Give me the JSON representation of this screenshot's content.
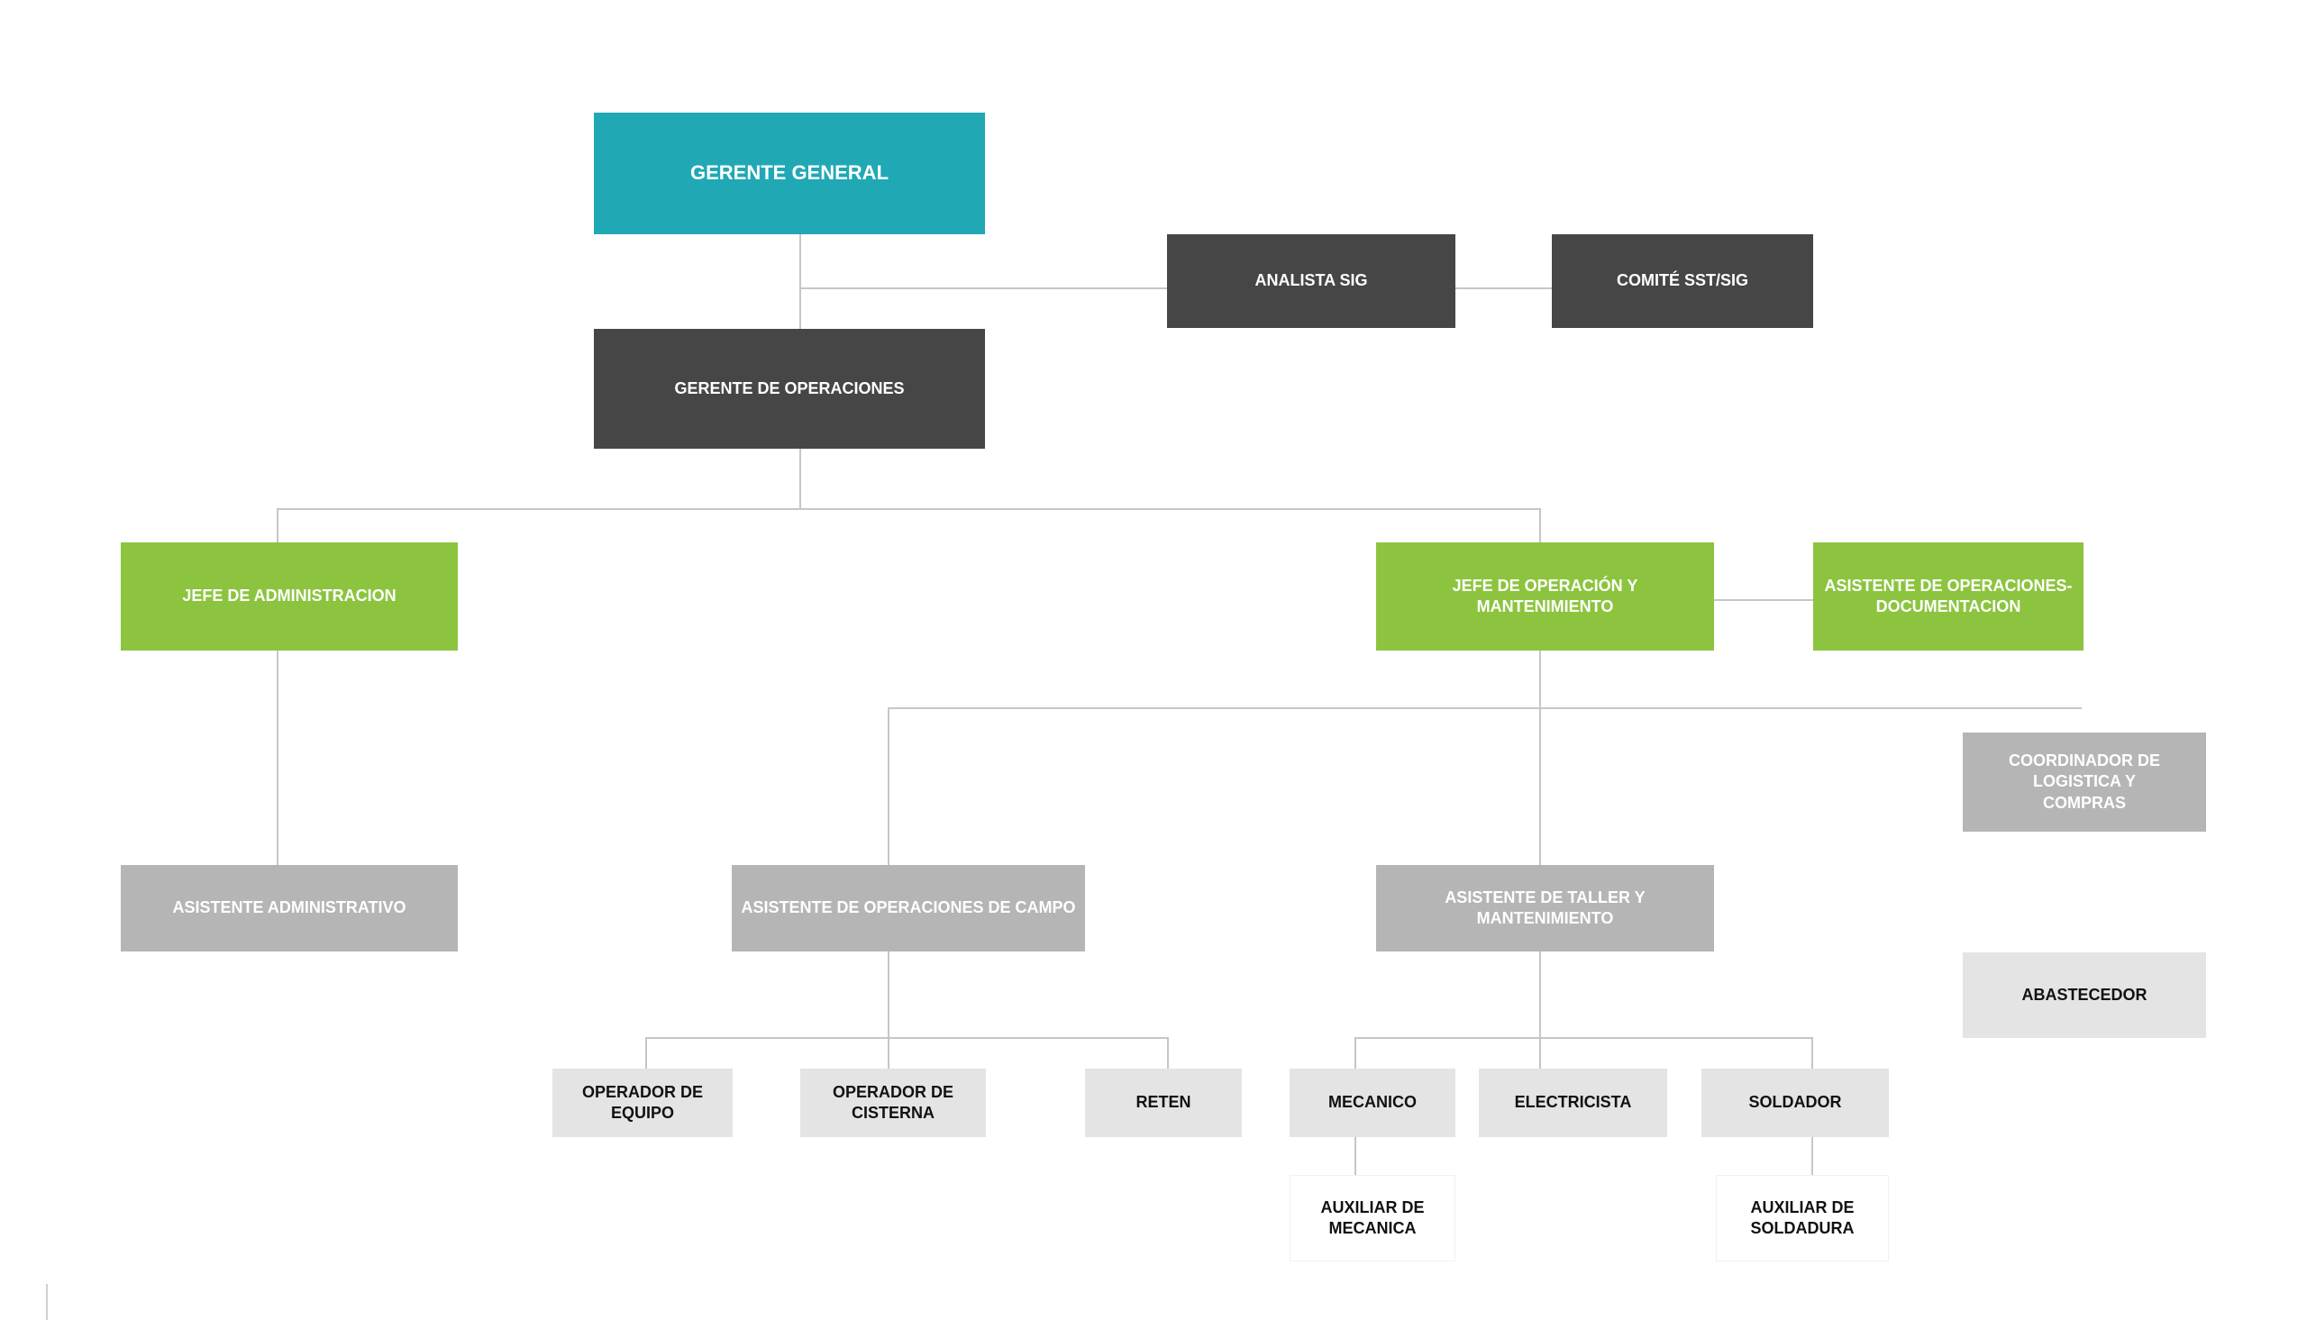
{
  "org_chart": {
    "gerente_general": "GERENTE GENERAL",
    "analista_sig": "ANALISTA SIG",
    "comite_sst_sig": "COMITÉ SST/SIG",
    "gerente_operaciones": "GERENTE DE OPERACIONES",
    "jefe_administracion": "JEFE DE ADMINISTRACION",
    "jefe_operacion_mantenimiento": "JEFE DE OPERACIÓN Y MANTENIMIENTO",
    "asistente_operaciones_documentacion": [
      "ASISTENTE DE OPERACIONES-",
      "DOCUMENTACION"
    ],
    "coordinador_logistica": [
      "COORDINADOR DE LOGISTICA Y",
      "COMPRAS"
    ],
    "asistente_administrativo": "ASISTENTE ADMINISTRATIVO",
    "asistente_operaciones_campo": "ASISTENTE DE OPERACIONES DE CAMPO",
    "asistente_taller": "ASISTENTE DE TALLER Y MANTENIMIENTO",
    "abastecedor": "ABASTECEDOR",
    "operador_equipo": "OPERADOR DE EQUIPO",
    "operador_cisterna": [
      "OPERADOR DE",
      "CISTERNA"
    ],
    "reten": "RETEN",
    "mecanico": "MECANICO",
    "electricista": "ELECTRICISTA",
    "soldador": "SOLDADOR",
    "auxiliar_mecanica": [
      "AUXILIAR DE",
      "MECANICA"
    ],
    "auxiliar_soldadura": [
      "AUXILIAR DE",
      "SOLDADURA"
    ]
  },
  "colors": {
    "teal": "#20a8b5",
    "dark": "#464646",
    "green": "#8cc43f",
    "grey": "#b5b5b5",
    "light": "#e4e4e4",
    "connector": "#c6c6c6"
  }
}
